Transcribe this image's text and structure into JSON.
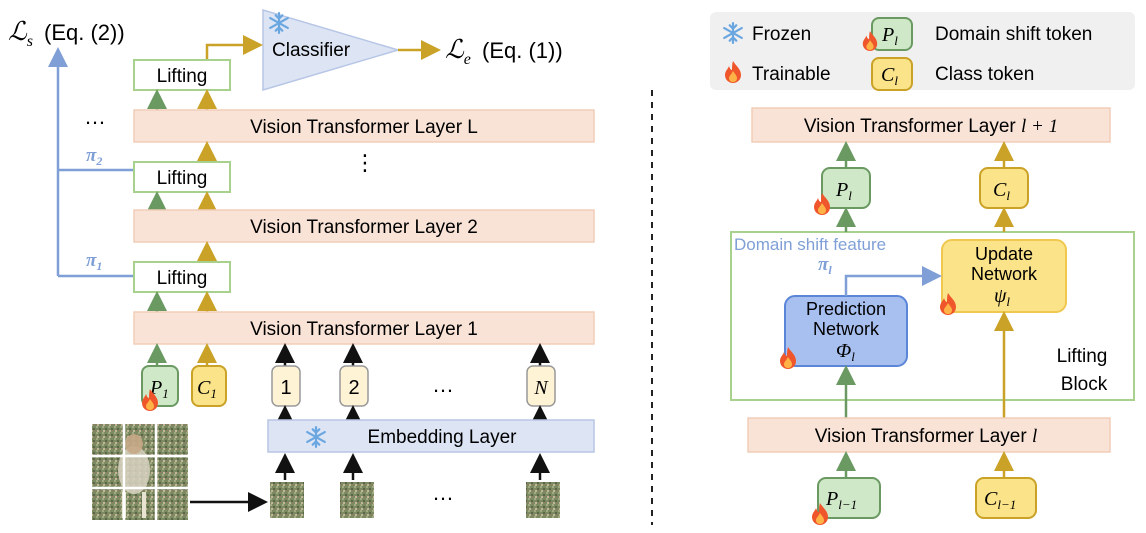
{
  "left_panel": {
    "loss_s": {
      "symbol": "ℒ",
      "sub": "s",
      "ref": "(Eq. (2))"
    },
    "loss_e": {
      "symbol": "ℒ",
      "sub": "e",
      "ref": "(Eq. (1))"
    },
    "classifier": "Classifier",
    "lifting": "Lifting",
    "vit_layer_L": "Vision Transformer Layer L",
    "vit_layer_2": "Vision Transformer Layer 2",
    "vit_layer_1": "Vision Transformer Layer 1",
    "embedding": "Embedding Layer",
    "pi_2": {
      "base": "π",
      "sub": "2"
    },
    "pi_1": {
      "base": "π",
      "sub": "1"
    },
    "ellipsis_h": "…",
    "ellipsis_v": "⋮",
    "domain_token": {
      "base": "P",
      "sub": "1"
    },
    "class_token": {
      "base": "C",
      "sub": "1"
    },
    "patch_tokens": [
      "1",
      "2",
      "…",
      "N"
    ],
    "patch_ellipsis": "…"
  },
  "legend": {
    "frozen": "Frozen",
    "trainable": "Trainable",
    "domain_shift_token": "Domain shift token",
    "class_token": "Class token",
    "p_sym": {
      "base": "P",
      "sub": "l"
    },
    "c_sym": {
      "base": "C",
      "sub": "l"
    }
  },
  "right_panel": {
    "vit_layer_top": {
      "text": "Vision Transformer Layer ",
      "math": "l + 1"
    },
    "vit_layer_bottom": {
      "text": "Vision Transformer Layer ",
      "math": "l"
    },
    "p_out": {
      "base": "P",
      "sub": "l"
    },
    "c_out": {
      "base": "C",
      "sub": "l"
    },
    "p_in": {
      "base": "P",
      "sub": "l−1"
    },
    "c_in": {
      "base": "C",
      "sub": "l−1"
    },
    "domain_shift_feature": "Domain shift feature",
    "pi_l": {
      "base": "π",
      "sub": "l"
    },
    "update_network": [
      "Update",
      "Network"
    ],
    "psi": {
      "base": "ψ",
      "sub": "l"
    },
    "prediction_network": [
      "Prediction",
      "Network"
    ],
    "phi": {
      "base": "Φ",
      "sub": "l"
    },
    "lifting_block": [
      "Lifting",
      "Block"
    ]
  },
  "colors": {
    "green": "#6a9a62",
    "gold": "#c9a227",
    "blue_line": "#7f9fd6",
    "layer_fill": "#f9e3d7",
    "lifting_border": "#a9d18e",
    "embed_fill": "#dde5f5",
    "pred_fill": "#a8c0f0",
    "update_fill": "#fbe38a"
  },
  "icons": [
    "snowflake-icon",
    "flame-icon"
  ]
}
